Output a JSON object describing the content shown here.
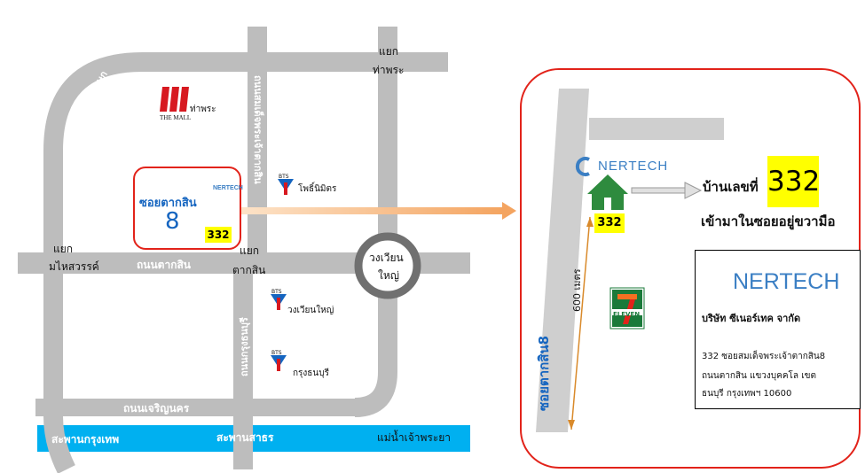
{
  "colors": {
    "road": "#bdbdbd",
    "river": "#00b0f0",
    "accent_red": "#e2231a",
    "brand_blue": "#3b7fc4",
    "highlight": "#ffff00",
    "house_green": "#2e8b3e",
    "arrow_orange": "#f4a460"
  },
  "overview": {
    "road_labels": {
      "ratchaphruek": "ถนนรัชดาภิเษก",
      "somdet": "ถนนสมเด็จพระเจ้าตากสิน",
      "taksin": "ถนนตากสิน",
      "krungthonburi": "ถนนกรุงธนบุรี",
      "charoen_nakhon": "ถนนเจริญนคร"
    },
    "junctions": {
      "tha_phra_line1": "แยก",
      "tha_phra_line2": "ท่าพระ",
      "mahaisawan_line1": "แยก",
      "mahaisawan_line2": "มไหสวรรค์",
      "taksin_line1": "แยก",
      "taksin_line2": "ตากสิน"
    },
    "circle_line1": "วงเวียน",
    "circle_line2": "ใหญ่",
    "mall_logo_text": "THE MALL",
    "mall_branch": "ท่าพระ",
    "bts_logo": "BTS",
    "bts_stations": [
      "โพธิ์นิมิตร",
      "วงเวียนใหญ่",
      "กรุงธนบุรี"
    ],
    "bridges": [
      "สะพานกรุงเทพ",
      "สะพานสาธร"
    ],
    "river": "แม่น้ำเจ้าพระยา",
    "soi_title": "ซอยตากสิน",
    "soi_number": "8",
    "mini_logo": "NERTECH",
    "house_number": "332"
  },
  "detail": {
    "logo": "NERTECH",
    "house_number": "332",
    "house_no_label": "บ้านเลขที่",
    "house_no_value": "332",
    "direction": "เข้ามาในซอยอยู่ขวามือ",
    "distance": "600 เมตร",
    "soi_label": "ซอยตากสิน8",
    "seven_eleven": "ELEVEN",
    "company": {
      "logo": "NERTECH",
      "name": "บริษัท ซีเนอร์เทค จากัด",
      "address_line1": "332 ซอยสมเด็จพระเจ้าตากสิน8",
      "address_line2": "ถนนตากสิน แขวงบุคคโล เขต",
      "address_line3": "ธนบุรี กรุงเทพฯ 10600"
    }
  }
}
